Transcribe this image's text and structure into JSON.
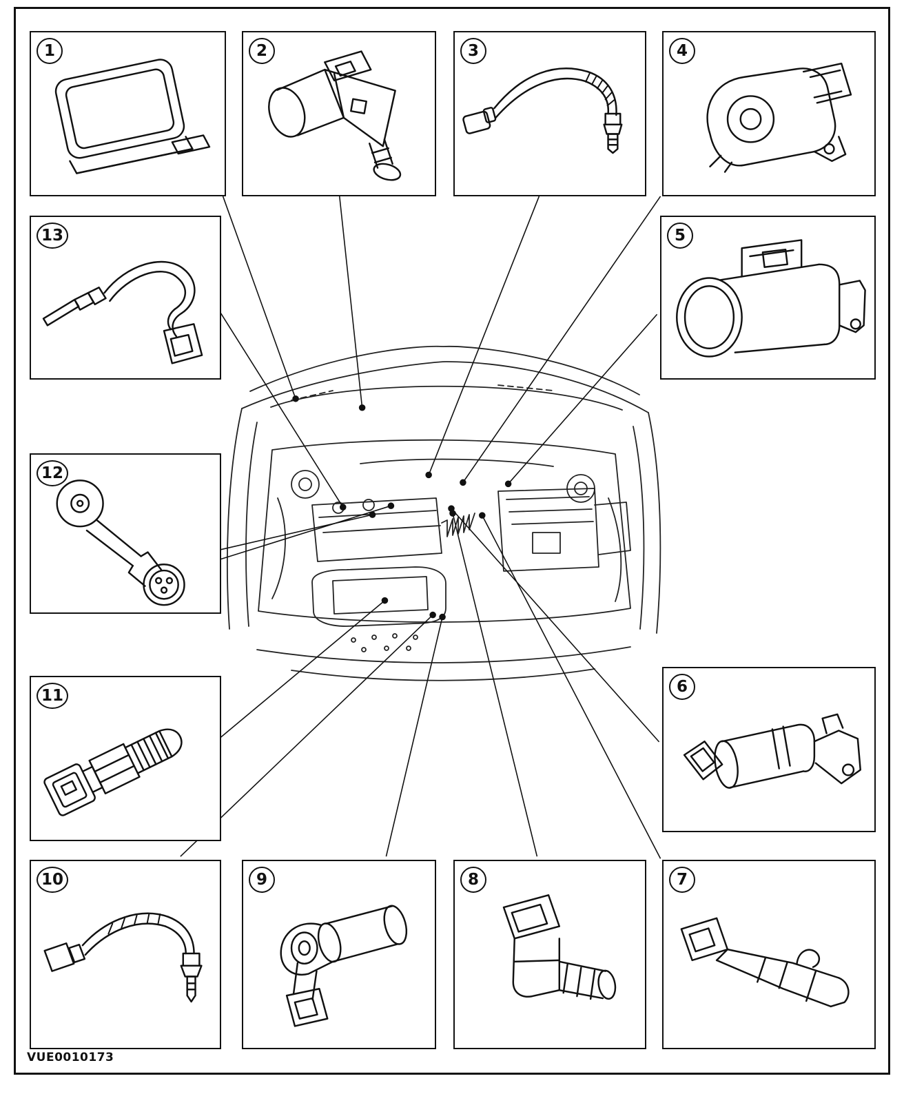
{
  "figure": {
    "reference_code": "VUE0010173"
  },
  "colors": {
    "line": "#111111",
    "background": "#ffffff"
  },
  "parts": [
    {
      "number": "1",
      "icon": "control-module-illustration"
    },
    {
      "number": "2",
      "icon": "switch-solenoid-illustration"
    },
    {
      "number": "3",
      "icon": "oxygen-sensor-cable-illustration"
    },
    {
      "number": "4",
      "icon": "throttle-position-sensor-illustration"
    },
    {
      "number": "5",
      "icon": "mass-air-flow-sensor-illustration"
    },
    {
      "number": "6",
      "icon": "idle-air-control-valve-illustration"
    },
    {
      "number": "7",
      "icon": "vehicle-speed-sensor-illustration"
    },
    {
      "number": "8",
      "icon": "camshaft-position-sensor-illustration"
    },
    {
      "number": "9",
      "icon": "crankshaft-position-sensor-illustration"
    },
    {
      "number": "10",
      "icon": "oxygen-sensor-cable-illustration"
    },
    {
      "number": "11",
      "icon": "threaded-switch-illustration"
    },
    {
      "number": "12",
      "icon": "knock-sensor-illustration"
    },
    {
      "number": "13",
      "icon": "temperature-sensor-cable-illustration"
    }
  ]
}
